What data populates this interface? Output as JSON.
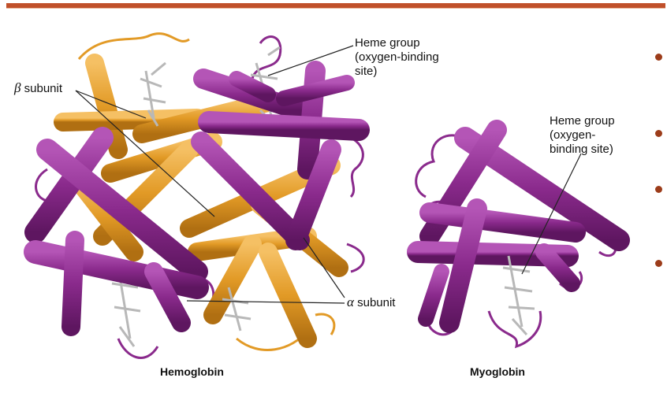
{
  "labels": {
    "heme_hb": [
      "Heme group",
      "(oxygen-binding",
      "site)"
    ],
    "beta_symbol": "β",
    "beta_text": "subunit",
    "alpha_symbol": "α",
    "alpha_text": "subunit",
    "heme_mb": [
      "Heme group",
      "(oxygen-",
      "binding site)"
    ]
  },
  "captions": {
    "hemoglobin": "Hemoglobin",
    "myoglobin": "Myoglobin"
  },
  "colors": {
    "alpha_purple": "#8a2a8c",
    "beta_orange": "#e29a26",
    "heme_gray": "#b8b8b8",
    "accent": "#c0502a"
  }
}
